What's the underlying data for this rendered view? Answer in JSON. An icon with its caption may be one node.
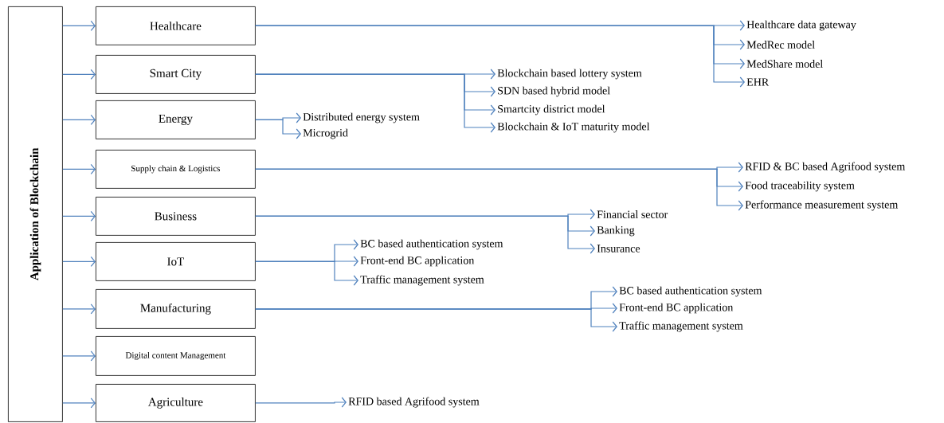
{
  "diagram": {
    "nodes": [
      {
        "text": [
          "Application of Blockchain"
        ]
      },
      {
        "text": [
          "Healthcare"
        ]
      },
      {
        "text": [
          "Smart City"
        ]
      },
      {
        "text": [
          "Energy"
        ]
      },
      {
        "text": [
          "Supply chain & Logistics"
        ]
      },
      {
        "text": [
          "Business"
        ]
      },
      {
        "text": [
          "IoT"
        ]
      },
      {
        "text": [
          "Manufacturing"
        ]
      },
      {
        "text": [
          "Digital content Management"
        ]
      },
      {
        "text": [
          "Agriculture"
        ]
      },
      {
        "text": [
          "Healthcare data gateway"
        ]
      },
      {
        "text": [
          "MedRec model"
        ]
      },
      {
        "text": [
          "MedShare model"
        ]
      },
      {
        "text": [
          "EHR"
        ]
      },
      {
        "text": [
          "Blockchain based lottery system"
        ]
      },
      {
        "text": [
          "SDN based hybrid model"
        ]
      },
      {
        "text": [
          "Smartcity district model"
        ]
      },
      {
        "text": [
          "Blockchain & IoT maturity model"
        ]
      },
      {
        "text": [
          "Distributed energy system"
        ]
      },
      {
        "text": [
          "Microgrid"
        ]
      },
      {
        "text": [
          "RFID & BC based Agrifood system"
        ]
      },
      {
        "text": [
          "Food traceability system"
        ]
      },
      {
        "text": [
          "Performance measurement system"
        ]
      },
      {
        "text": [
          "Financial sector"
        ]
      },
      {
        "text": [
          "Banking"
        ]
      },
      {
        "text": [
          "Insurance"
        ]
      },
      {
        "text": [
          "BC based authentication system"
        ]
      },
      {
        "text": [
          "Front-end BC application"
        ]
      },
      {
        "text": [
          "Traffic management system"
        ]
      },
      {
        "text": [
          "BC based authentication system"
        ]
      },
      {
        "text": [
          "Front-end BC application"
        ]
      },
      {
        "text": [
          "Traffic management system"
        ]
      },
      {
        "text": [
          "RFID based Agrifood system"
        ]
      }
    ],
    "edges": [
      {
        "from": 0,
        "to": 1,
        "arrow": "to"
      },
      {
        "from": 0,
        "to": 2,
        "arrow": "to"
      },
      {
        "from": 0,
        "to": 3,
        "arrow": "to"
      },
      {
        "from": 0,
        "to": 4,
        "arrow": "to"
      },
      {
        "from": 0,
        "to": 5,
        "arrow": "to"
      },
      {
        "from": 0,
        "to": 6,
        "arrow": "to"
      },
      {
        "from": 0,
        "to": 7,
        "arrow": "to"
      },
      {
        "from": 0,
        "to": 8,
        "arrow": "to"
      },
      {
        "from": 0,
        "to": 9,
        "arrow": "to"
      },
      {
        "from": 1,
        "to": 10,
        "arrow": "to"
      },
      {
        "from": 1,
        "to": 11,
        "arrow": "to"
      },
      {
        "from": 1,
        "to": 12,
        "arrow": "to"
      },
      {
        "from": 1,
        "to": 13,
        "arrow": "to"
      },
      {
        "from": 2,
        "to": 14,
        "arrow": "to"
      },
      {
        "from": 2,
        "to": 15,
        "arrow": "to"
      },
      {
        "from": 2,
        "to": 16,
        "arrow": "to"
      },
      {
        "from": 2,
        "to": 17,
        "arrow": "to"
      },
      {
        "from": 3,
        "to": 18,
        "arrow": "to"
      },
      {
        "from": 3,
        "to": 19,
        "arrow": "to"
      },
      {
        "from": 4,
        "to": 20,
        "arrow": "to"
      },
      {
        "from": 4,
        "to": 21,
        "arrow": "to"
      },
      {
        "from": 4,
        "to": 22,
        "arrow": "to"
      },
      {
        "from": 5,
        "to": 23,
        "arrow": "to"
      },
      {
        "from": 5,
        "to": 24,
        "arrow": "to"
      },
      {
        "from": 5,
        "to": 25,
        "arrow": "to"
      },
      {
        "from": 6,
        "to": 26,
        "arrow": "to"
      },
      {
        "from": 6,
        "to": 27,
        "arrow": "to"
      },
      {
        "from": 6,
        "to": 28,
        "arrow": "to"
      },
      {
        "from": 7,
        "to": 29,
        "arrow": "to"
      },
      {
        "from": 7,
        "to": 30,
        "arrow": "to"
      },
      {
        "from": 7,
        "to": 31,
        "arrow": "to"
      },
      {
        "from": 9,
        "to": 32,
        "arrow": "to"
      }
    ]
  }
}
